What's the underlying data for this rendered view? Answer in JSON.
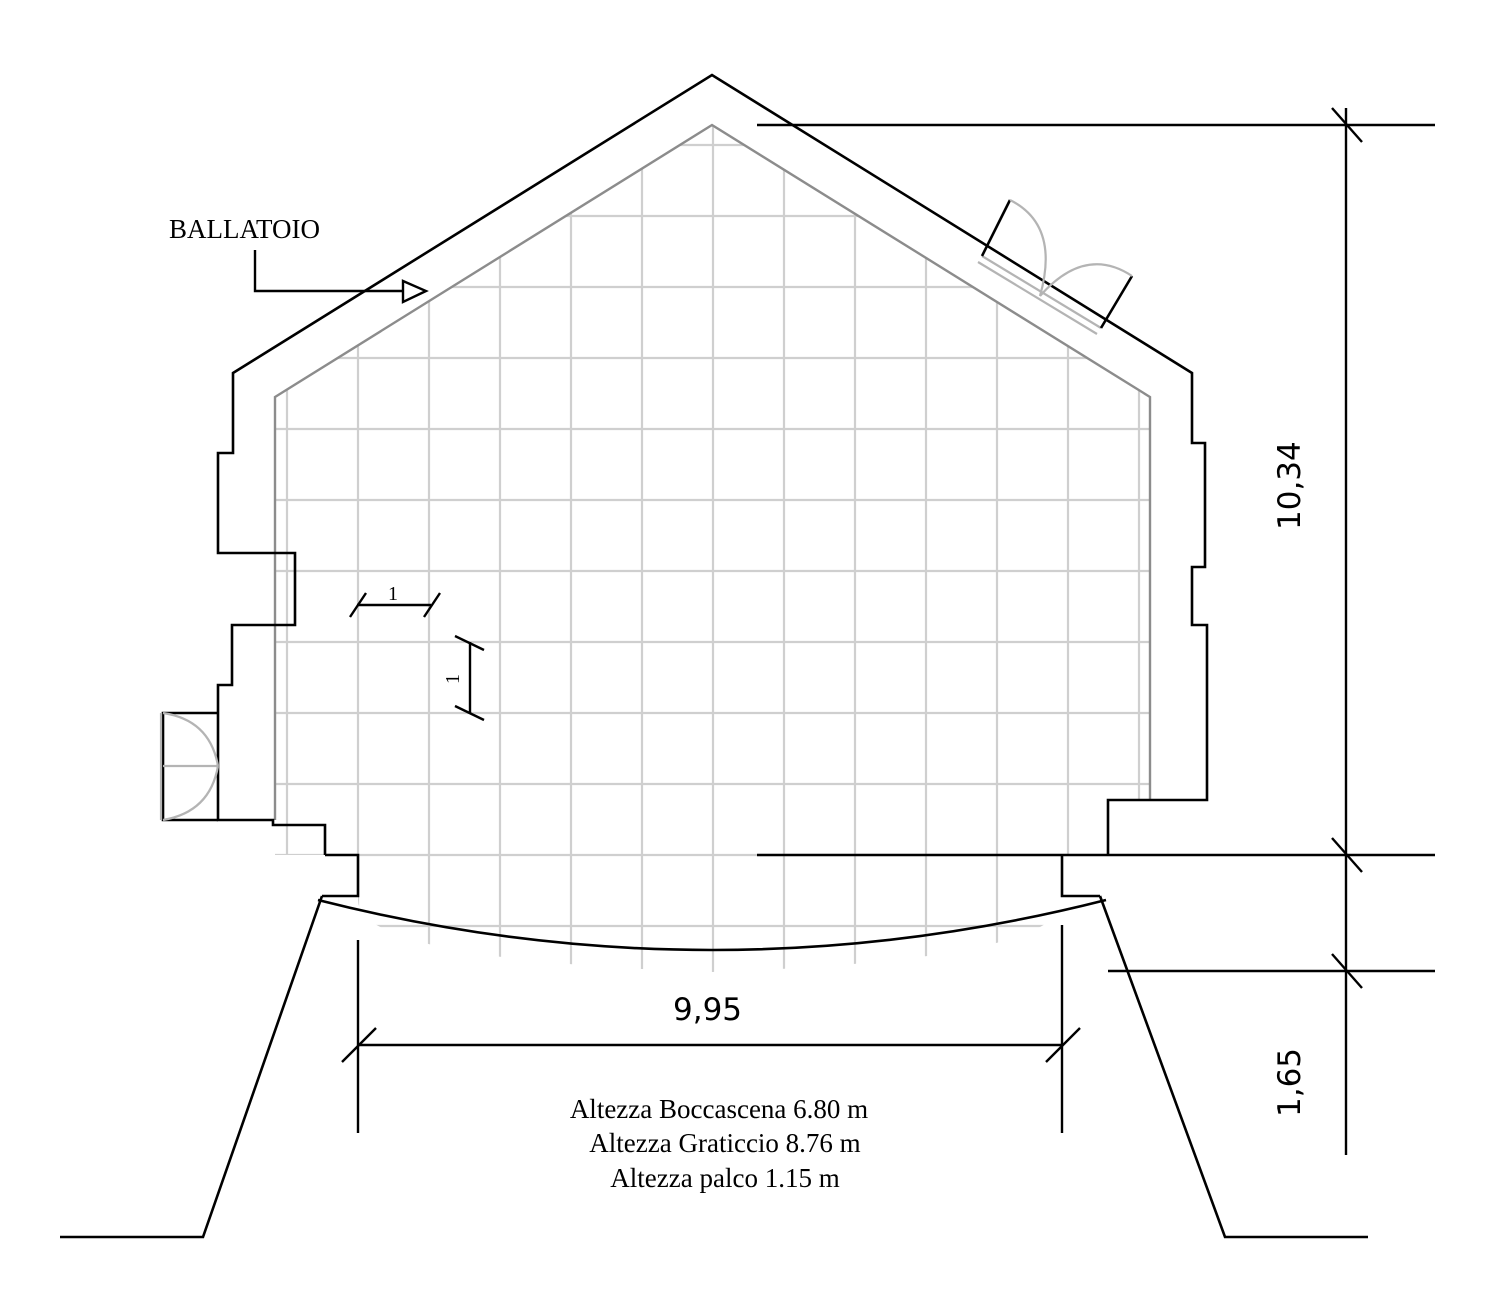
{
  "labels": {
    "gallery": "BALLATOIO",
    "unit_h": "1",
    "unit_v": "1"
  },
  "dimensions": {
    "width": "9,95",
    "depth": "10,34",
    "apron": "1,65"
  },
  "notes": [
    "Altezza Boccascena 6.80 m",
    "Altezza Graticcio 8.76 m",
    "Altezza palco 1.15 m"
  ],
  "colors": {
    "wall": "#000000",
    "inner_outline": "#8c8c8c",
    "grid": "#cfcfcf",
    "door": "#b4b4b4"
  }
}
